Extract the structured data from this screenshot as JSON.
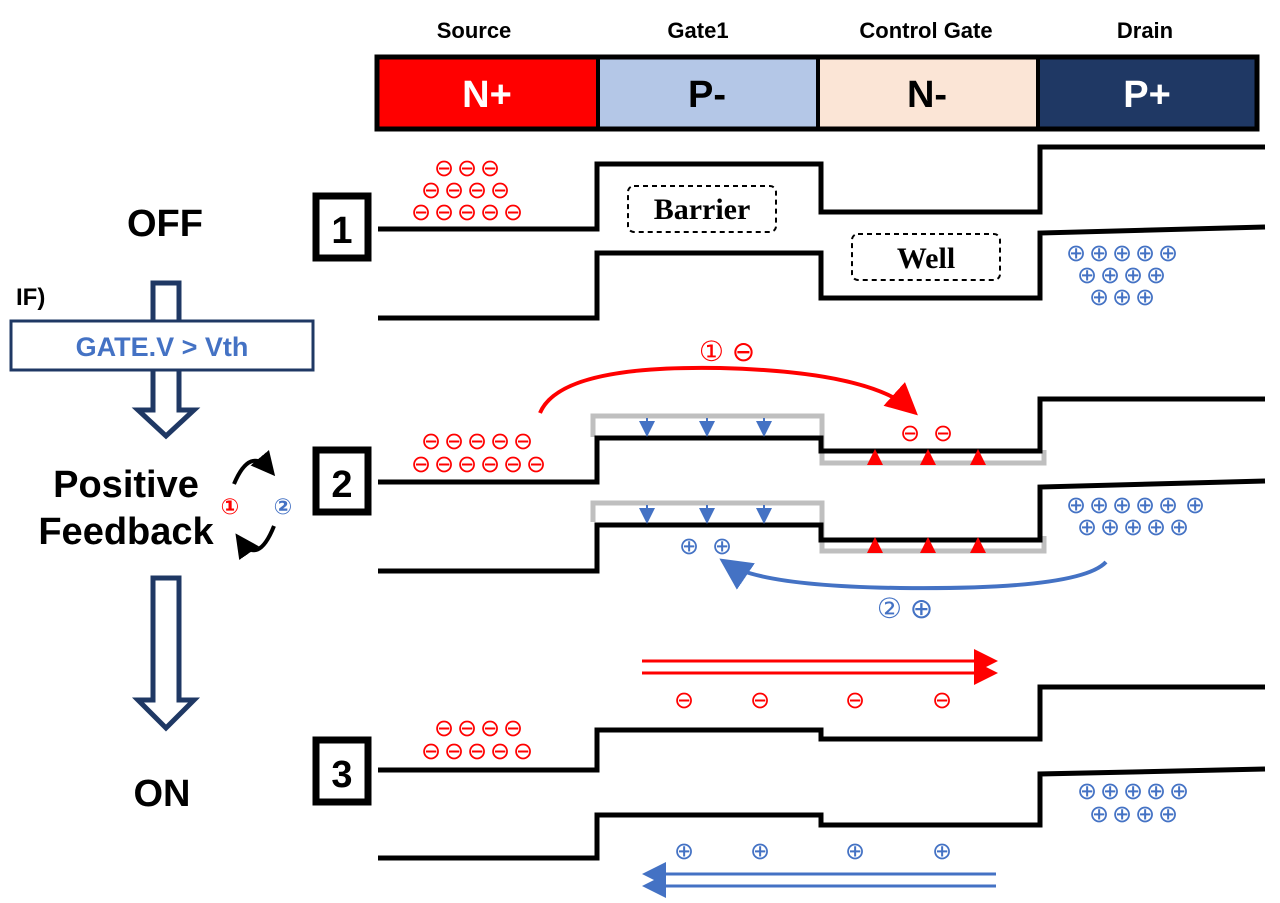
{
  "regions": [
    {
      "name": "Source",
      "doping": "N+",
      "fill": "#ff0000",
      "text_color": "#ffffff"
    },
    {
      "name": "Gate1",
      "doping": "P-",
      "fill": "#b4c7e7",
      "text_color": "#000000"
    },
    {
      "name": "Control Gate",
      "doping": "N-",
      "fill": "#fbe5d6",
      "text_color": "#000000"
    },
    {
      "name": "Drain",
      "doping": "P+",
      "fill": "#1f3864",
      "text_color": "#ffffff"
    }
  ],
  "left_panel": {
    "off_label": "OFF",
    "if_label": "IF)",
    "condition": "GATE.V > Vth",
    "feedback_line1": "Positive",
    "feedback_line2": "Feedback",
    "mark1": "①",
    "mark2": "②",
    "on_label": "ON"
  },
  "states": [
    {
      "number": "1",
      "barrier_label": "Barrier",
      "well_label": "Well"
    },
    {
      "number": "2",
      "electron_label": "① ⊖",
      "hole_label": "② ⊕"
    },
    {
      "number": "3"
    }
  ],
  "symbols": {
    "electron": "⊖",
    "hole": "⊕"
  },
  "colors": {
    "electron": "#ff0000",
    "hole": "#4472c4",
    "arrow_outline": "#1f3864",
    "band": "#000000",
    "shifted_band": "#bfbfbf",
    "condition_text": "#4472c4",
    "up_arrow": "#ff0000",
    "down_arrow": "#4472c4"
  }
}
